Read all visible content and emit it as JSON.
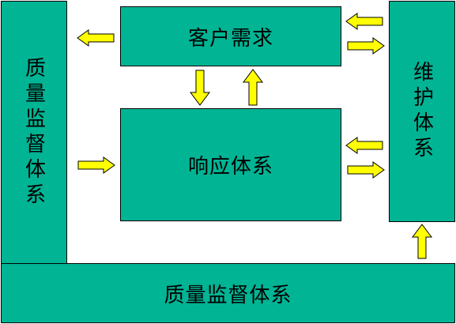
{
  "boxes": {
    "customer_demand": "客户需求",
    "response_system": "响应体系",
    "quality_left": "质量监督体系",
    "maintenance": "维护体系",
    "quality_bottom": "质量监督体系"
  },
  "colors": {
    "box_fill": "#00b494",
    "arrow_fill": "#ffff00",
    "outline": "#000000",
    "background": "#ffffff"
  }
}
